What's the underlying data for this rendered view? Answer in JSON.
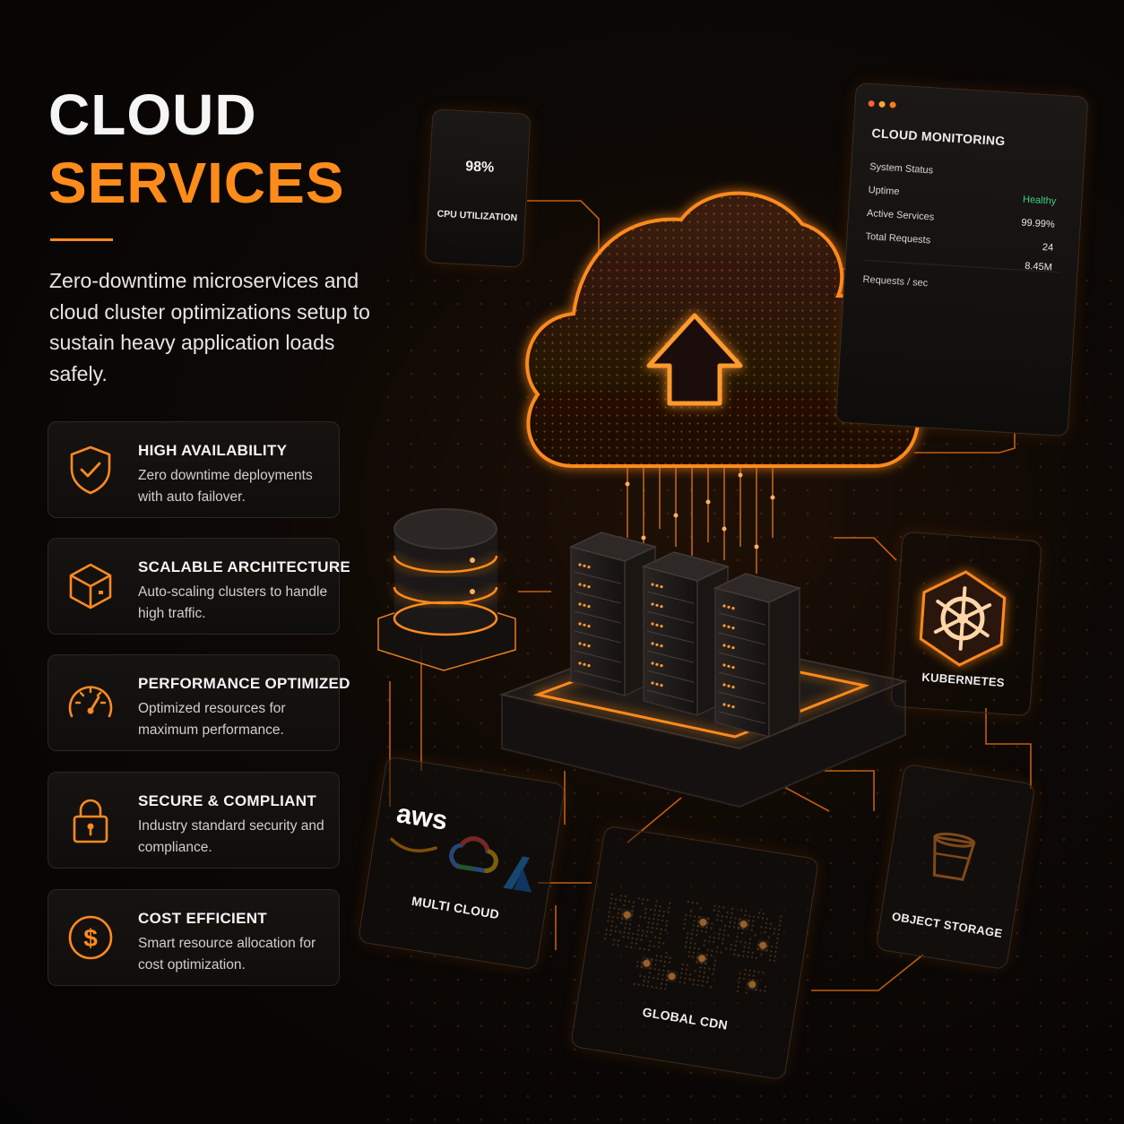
{
  "header": {
    "title_line1": "CLOUD",
    "title_line2": "SERVICES",
    "description": "Zero-downtime microservices and cloud cluster optimizations setup to sustain heavy application loads safely."
  },
  "features": [
    {
      "icon": "shield-check-icon",
      "title": "HIGH AVAILABILITY",
      "description": "Zero downtime deployments with auto failover."
    },
    {
      "icon": "cube-icon",
      "title": "SCALABLE ARCHITECTURE",
      "description": "Auto-scaling clusters to handle high traffic."
    },
    {
      "icon": "speedometer-icon",
      "title": "PERFORMANCE OPTIMIZED",
      "description": "Optimized resources for maximum performance."
    },
    {
      "icon": "padlock-icon",
      "title": "SECURE & COMPLIANT",
      "description": "Industry standard security and compliance."
    },
    {
      "icon": "dollar-coin-icon",
      "title": "COST EFFICIENT",
      "description": "Smart resource allocation for cost optimization."
    }
  ],
  "cpu_widget": {
    "value": "98%",
    "label": "CPU UTILIZATION",
    "fraction": 0.98
  },
  "monitoring": {
    "title": "CLOUD MONITORING",
    "rows": [
      {
        "label": "System Status",
        "value": ""
      },
      {
        "label": "Uptime",
        "value": "Healthy"
      },
      {
        "label": "Active Services",
        "value": "99.99%"
      },
      {
        "label": "Total Requests",
        "value": "24"
      },
      {
        "label": "",
        "value": "8.45M"
      }
    ],
    "chart_label": "Requests / sec"
  },
  "modules": {
    "kubernetes": "KUBERNETES",
    "multi_cloud": "MULTI CLOUD",
    "aws_logo": "aws",
    "global_cdn": "GLOBAL CDN",
    "object_storage": "OBJECT STORAGE"
  },
  "colors": {
    "accent": "#ff8c1a",
    "healthy": "#3fd08a",
    "background": "#070504"
  }
}
